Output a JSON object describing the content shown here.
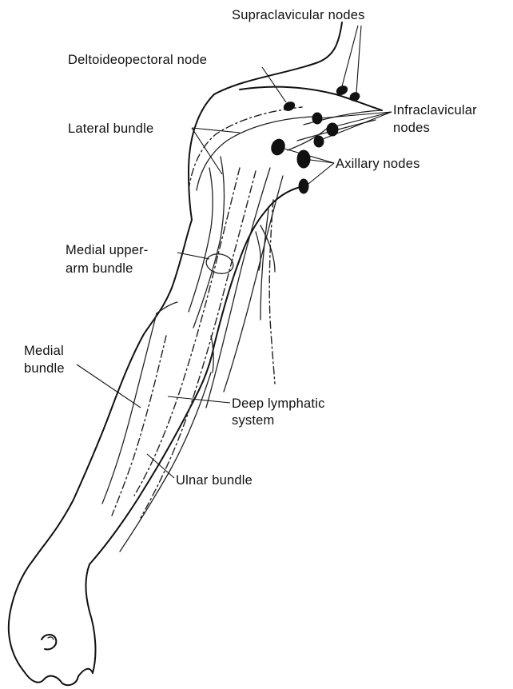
{
  "labels": {
    "supraclavicular": "Supraclavicular nodes",
    "deltoideopectoral": "Deltoideopectoral node",
    "infraclavicular_1": "Infraclavicular",
    "infraclavicular_2": "nodes",
    "lateral_bundle": "Lateral bundle",
    "axillary": "Axillary nodes",
    "medial_upper_1": "Medial upper-",
    "medial_upper_2": "arm bundle",
    "medial_bundle_1": "Medial",
    "medial_bundle_2": "bundle",
    "deep_lymphatic_1": "Deep lymphatic",
    "deep_lymphatic_2": "system",
    "ulnar_bundle": "Ulnar bundle"
  }
}
